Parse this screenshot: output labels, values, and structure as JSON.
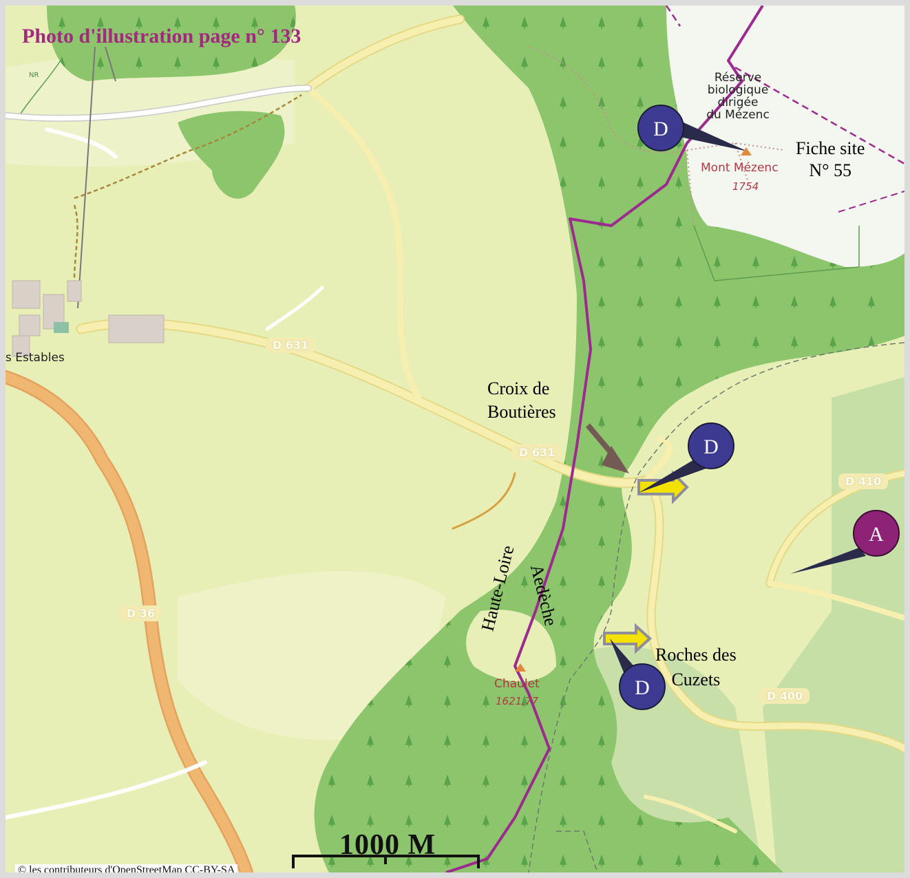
{
  "title": "Photo d'illustration page n° 133",
  "attribution": "© les contributeurs d'OpenStreetMap CC-BY-SA",
  "scale_bar": {
    "label": "1000 M"
  },
  "road_labels": [
    "D 631",
    "D 631",
    "D 36",
    "D 410",
    "D 400"
  ],
  "places": {
    "village": "s Estables",
    "reserve": [
      "Réserve",
      "biologique",
      "dirigée",
      "du Mézenc"
    ],
    "mont_mezenc": {
      "name": "Mont Mézenc",
      "elevation": "1754"
    },
    "chaulet": {
      "name": "Chaulet",
      "elevation": "1621,77"
    },
    "nr_tag": "NR"
  },
  "annotations": {
    "fiche_site": [
      "Fiche site",
      "N° 55"
    ],
    "croix": [
      "Croix de",
      "Boutières"
    ],
    "roches": [
      "Roches des",
      "Cuzets"
    ],
    "haute_loire": "Haute-Loire",
    "ardeche": "Aedèche"
  },
  "markers": [
    {
      "letter": "D",
      "color": "#3d3a92"
    },
    {
      "letter": "D",
      "color": "#3d3a92"
    },
    {
      "letter": "D",
      "color": "#3d3a92"
    },
    {
      "letter": "A",
      "color": "#8e2277"
    }
  ],
  "colors": {
    "forest": "#8dc56c",
    "meadow": "#e7eeb6",
    "reserve": "#f4f6f0",
    "boundary": "#9c2a8f",
    "road_yellow": "#f6efb0",
    "road_orange": "#f0b772"
  }
}
